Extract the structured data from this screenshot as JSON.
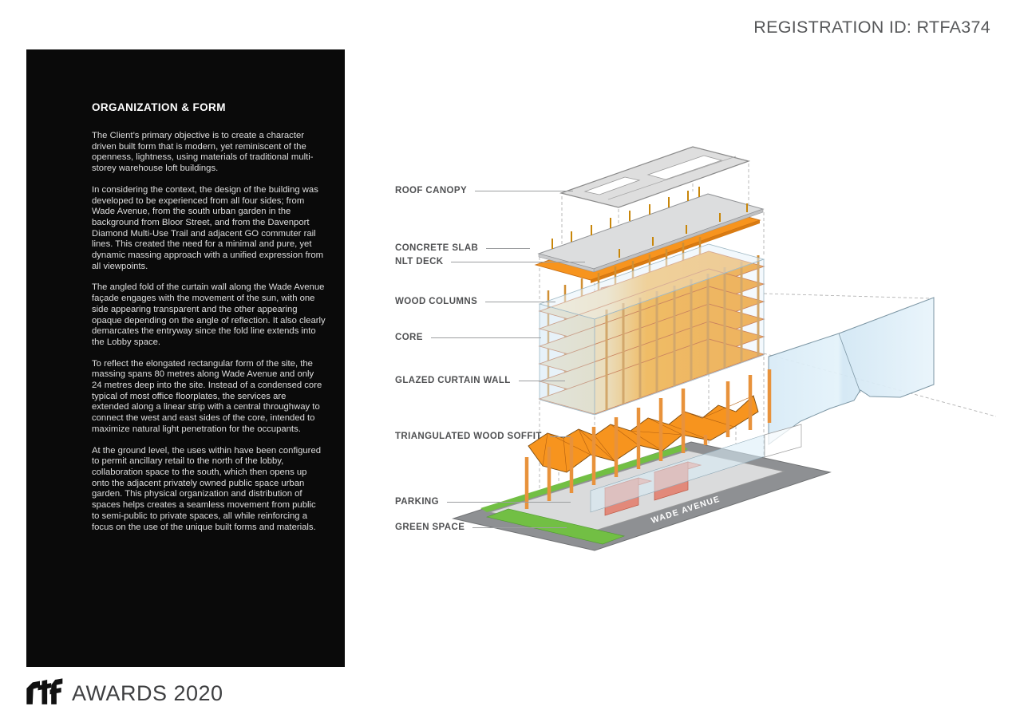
{
  "header": {
    "registration_id": "REGISTRATION ID: RTFA374"
  },
  "panel": {
    "title": "ORGANIZATION & FORM",
    "paragraphs": [
      "The Client’s primary objective is to create a character driven built form that is modern, yet reminiscent of the openness, lightness, using materials of traditional multi-storey warehouse loft buildings.",
      "In considering the context, the design of the building was developed to be experienced from all four sides; from Wade Avenue, from the south urban garden in the background from Bloor Street, and from the Davenport Diamond Multi-Use Trail and adjacent GO commuter rail lines. This created the need for a minimal and pure, yet dynamic massing approach with a unified expression from all viewpoints.",
      "The angled fold of the curtain wall along the Wade Avenue façade engages with the movement of the sun, with one side appearing transparent and the other appearing opaque depending on the angle of reflection. It also clearly demarcates the entryway since the fold line extends into the Lobby space.",
      "To reflect the elongated rectangular form of the site, the massing spans 80 metres along Wade Avenue and only 24 metres deep into the site.  Instead of a condensed core typical of most office floorplates, the services are extended along a linear strip with a central throughway to connect the west and east sides of the core, intended to maximize natural light penetration for the occupants.",
      "At the ground level, the uses within have been configured to permit ancillary retail to the north of the lobby, collaboration space to the south, which then opens up onto the adjacent privately owned public space urban garden. This physical organization and distribution of spaces helps creates a seamless movement from public to semi-public to private spaces, all while reinforcing a focus on the use of the unique built forms and materials."
    ]
  },
  "diagram": {
    "labels": [
      "ROOF CANOPY",
      "CONCRETE SLAB",
      "NLT DECK",
      "WOOD COLUMNS",
      "CORE",
      "GLAZED CURTAIN WALL",
      "TRIANGULATED WOOD SOFFIT",
      "PARKING",
      "GREEN SPACE"
    ],
    "street_name": "WADE AVENUE",
    "colors": {
      "wood_orange": "#F7941E",
      "core_orange": "#D2692F",
      "glass_blue": "#D9ECF7",
      "green_space": "#72BF44",
      "street_gray": "#8E9093",
      "slab_gray": "#DCDDDE"
    }
  },
  "footer": {
    "logo_mark": "rtf",
    "logo_text": "AWARDS 2020"
  }
}
